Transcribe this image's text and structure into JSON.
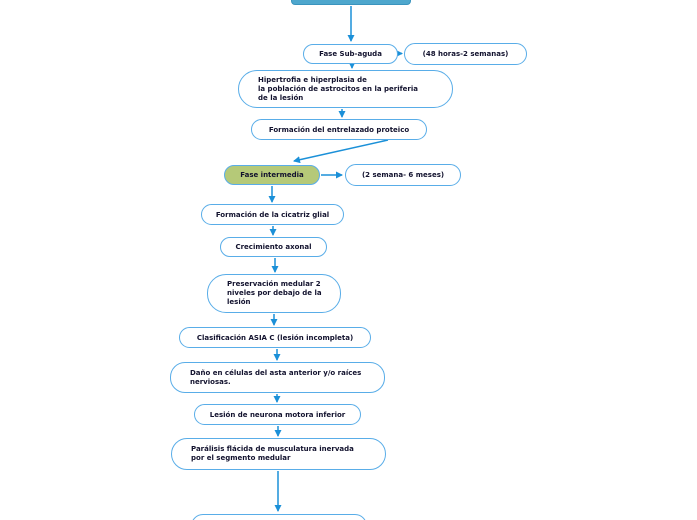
{
  "diagram": {
    "nodes": {
      "fase_sub_aguda": {
        "label": "Fase Sub-aguda"
      },
      "duracion_subaguda": {
        "label": "(48 horas-2 semanas)"
      },
      "hipertrofia": {
        "line1": "Hipertrofia e hiperplasia de",
        "line2": "la población de astrocitos  en la  periferia",
        "line3": "de  la  lesión"
      },
      "entrelazado": {
        "label": "Formación del  entrelazado proteico"
      },
      "fase_intermedia": {
        "label": "Fase intermedia"
      },
      "duracion_intermedia": {
        "label": "(2 semana- 6 meses)"
      },
      "cicatriz_glial": {
        "label": "Formación de la cicatriz glial"
      },
      "crecimiento_axonal": {
        "label": "Crecimiento axonal"
      },
      "preservacion": {
        "line1": "Preservación medular 2",
        "line2": "niveles por debajo de la",
        "line3": "lesión"
      },
      "clasificacion_asia": {
        "label": "Clasificación ASIA C (lesión incompleta)"
      },
      "dano_celulas": {
        "line1": "Daño en células del asta anterior y/o raíces",
        "line2": "nerviosas."
      },
      "lesion_neurona": {
        "label": "Lesión de neurona motora inferior"
      },
      "paralisis": {
        "line1": "Parálisis flácida de musculatura inervada",
        "line2": "por el segmento medular"
      }
    },
    "edges": [
      {
        "from": "phase-header-bar",
        "to": "fase-sub-aguda"
      },
      {
        "from": "fase-sub-aguda",
        "to": "duracion-subaguda"
      },
      {
        "from": "fase-sub-aguda",
        "to": "hipertrofia"
      },
      {
        "from": "hipertrofia",
        "to": "entrelazado-proteico"
      },
      {
        "from": "entrelazado-proteico",
        "to": "fase-intermedia"
      },
      {
        "from": "fase-intermedia",
        "to": "duracion-intermedia"
      },
      {
        "from": "fase-intermedia",
        "to": "cicatriz-glial"
      },
      {
        "from": "cicatriz-glial",
        "to": "crecimiento-axonal"
      },
      {
        "from": "crecimiento-axonal",
        "to": "preservacion-medular"
      },
      {
        "from": "preservacion-medular",
        "to": "clasificacion-asia"
      },
      {
        "from": "clasificacion-asia",
        "to": "dano-celulas"
      },
      {
        "from": "dano-celulas",
        "to": "lesion-neurona"
      },
      {
        "from": "lesion-neurona",
        "to": "paralisis-flacida"
      },
      {
        "from": "paralisis-flacida",
        "to": "nodo-inferior"
      }
    ],
    "colors": {
      "node_border": "#59ade8",
      "arrow": "#1b90d8",
      "highlight_fill": "#b5c978",
      "header_fill": "#4ea7cd",
      "text": "#12122e",
      "background": "#ffffff"
    }
  }
}
